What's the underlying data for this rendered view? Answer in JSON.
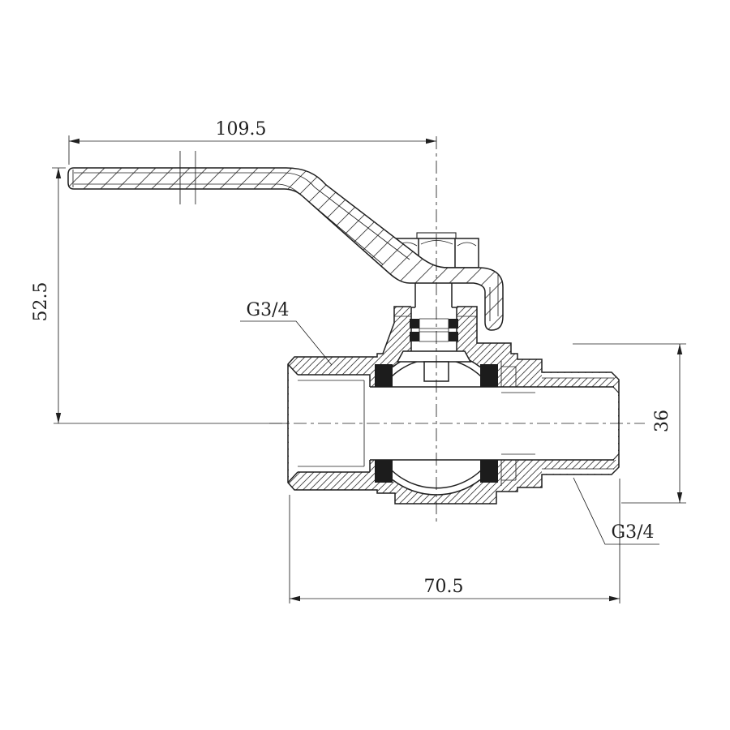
{
  "drawing": {
    "background_color": "#ffffff",
    "line_color": "#1f1f1f",
    "seal_color": "#1c1c1c",
    "dimensions": {
      "handle_length": "109.5",
      "center_height": "52.5",
      "body_length": "70.5",
      "connector_height": "36"
    },
    "thread_labels": {
      "inlet": "G3/4",
      "outlet": "G3/4"
    }
  }
}
